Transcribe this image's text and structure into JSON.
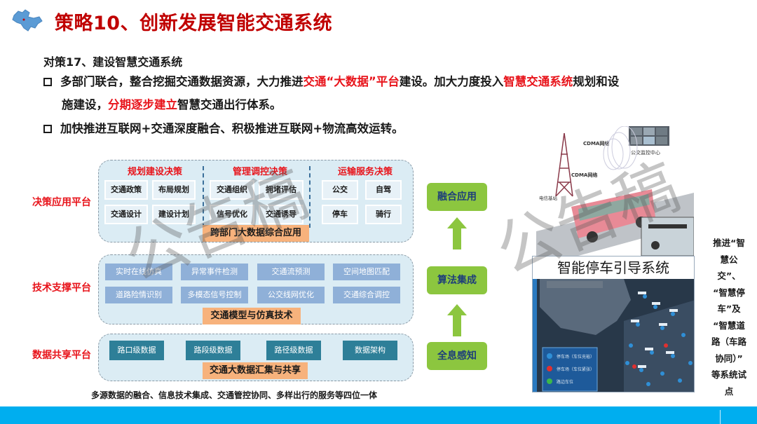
{
  "header": {
    "logo_icon": "region-map-icon",
    "title": "策略10、创新发展智能交通系统"
  },
  "content": {
    "subtitle": "对策17、建设智慧交通系统",
    "bullet1": {
      "parts": [
        "多部门联合，整合挖掘交通数据资源，大力推进",
        "交通“大数据”平台",
        "建设。加大力度投入",
        "智慧交通系统",
        "规划和设"
      ],
      "cont_parts": [
        "施建设，",
        "分期逐步建立",
        "智慧交通出行体系。"
      ]
    },
    "bullet2": "加快推进互联网+交通深度融合、积极推进互联网+物流高效运转。"
  },
  "diagram": {
    "layer_labels": [
      "决策应用平台",
      "技术支撑平台",
      "数据共享平台"
    ],
    "decision": {
      "columns": [
        {
          "head": "规划建设决策",
          "items": [
            "交通政策",
            "布局规划",
            "交通设计",
            "建设计划"
          ]
        },
        {
          "head": "管理调控决策",
          "items": [
            "交通组织",
            "拥堵评估",
            "信号优化",
            "交通诱导"
          ]
        },
        {
          "head": "运输服务决策",
          "items": [
            "公交",
            "自驾",
            "停车",
            "骑行"
          ]
        }
      ],
      "footer": "跨部门大数据综合应用"
    },
    "tech": {
      "items": [
        "实时在线仿真",
        "异常事件检测",
        "交通流预测",
        "空间地图匹配",
        "道路险情识别",
        "多模态信号控制",
        "公交线网优化",
        "交通综合调控"
      ],
      "footer": "交通模型与仿真技术"
    },
    "data": {
      "items": [
        "路口级数据",
        "路段级数据",
        "路径级数据",
        "数据架构"
      ],
      "footer": "交通大数据汇集与共享"
    },
    "caption": "多源数据的融合、信息技术集成、交通管控协同、多样出行的服务等四位一体"
  },
  "flow": {
    "steps": [
      "融合应用",
      "算法集成",
      "全息感知"
    ],
    "colors": {
      "box": "#8cc63f",
      "text": "#1e3e7a"
    }
  },
  "images": {
    "bus_labels": [
      "CDMA网络",
      "CDMA网络",
      "公交监控中心",
      "电信基站"
    ],
    "parking_title": "智能停车引导系统",
    "parking_legend": [
      "停车场（车位充裕）",
      "停车场（车位紧张）",
      "路边车位"
    ]
  },
  "side_note": [
    "推进“智",
    "慧公",
    "交”、",
    "“智慧停",
    "车”及",
    "“智慧道",
    "路（车路",
    "协同）”",
    "等系统试",
    "点"
  ],
  "watermark": "公告稿",
  "colors": {
    "title_red": "#c00000",
    "accent_red": "#e8141b",
    "footer_blue": "#00aeef",
    "panel_bg": "#dbecf4",
    "orange": "#f7b27c",
    "teal": "#2e7f98",
    "slate_blue": "#8fb0d8"
  }
}
